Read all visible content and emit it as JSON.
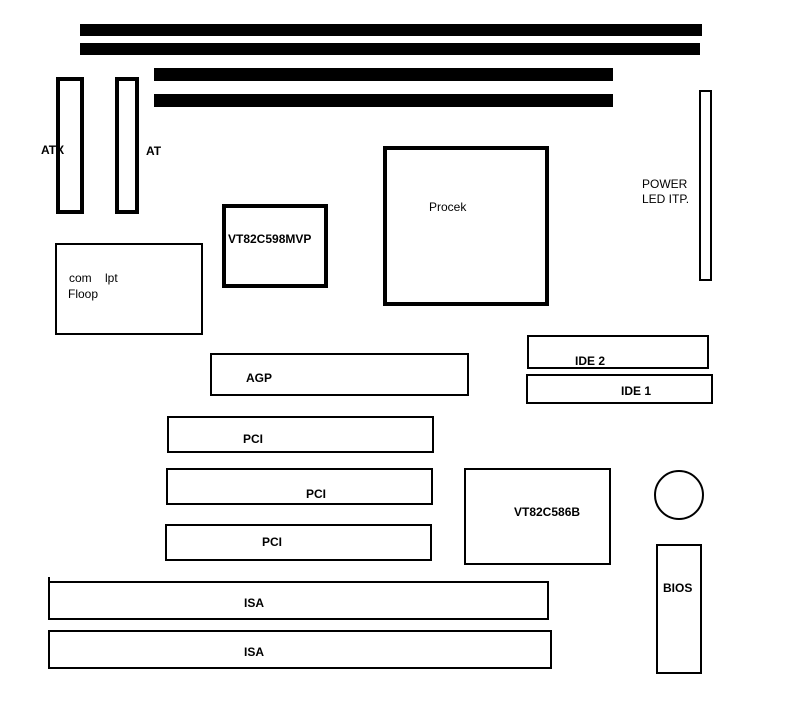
{
  "labels": {
    "atx": "ATX",
    "at": "AT",
    "power": "POWER",
    "led_itp": "LED ITP.",
    "procek": "Procek",
    "north_bridge": "VT82C598MVP",
    "com": "com",
    "lpt": "lpt",
    "floop": "Floop",
    "agp": "AGP",
    "ide2": "IDE 2",
    "ide1": "IDE 1",
    "pci1": "PCI",
    "pci2": "PCI",
    "pci3": "PCI",
    "south_bridge": "VT82C586B",
    "bios": "BIOS",
    "isa1": "ISA",
    "isa2": "ISA"
  },
  "colors": {
    "line": "#000000",
    "background": "#ffffff"
  }
}
